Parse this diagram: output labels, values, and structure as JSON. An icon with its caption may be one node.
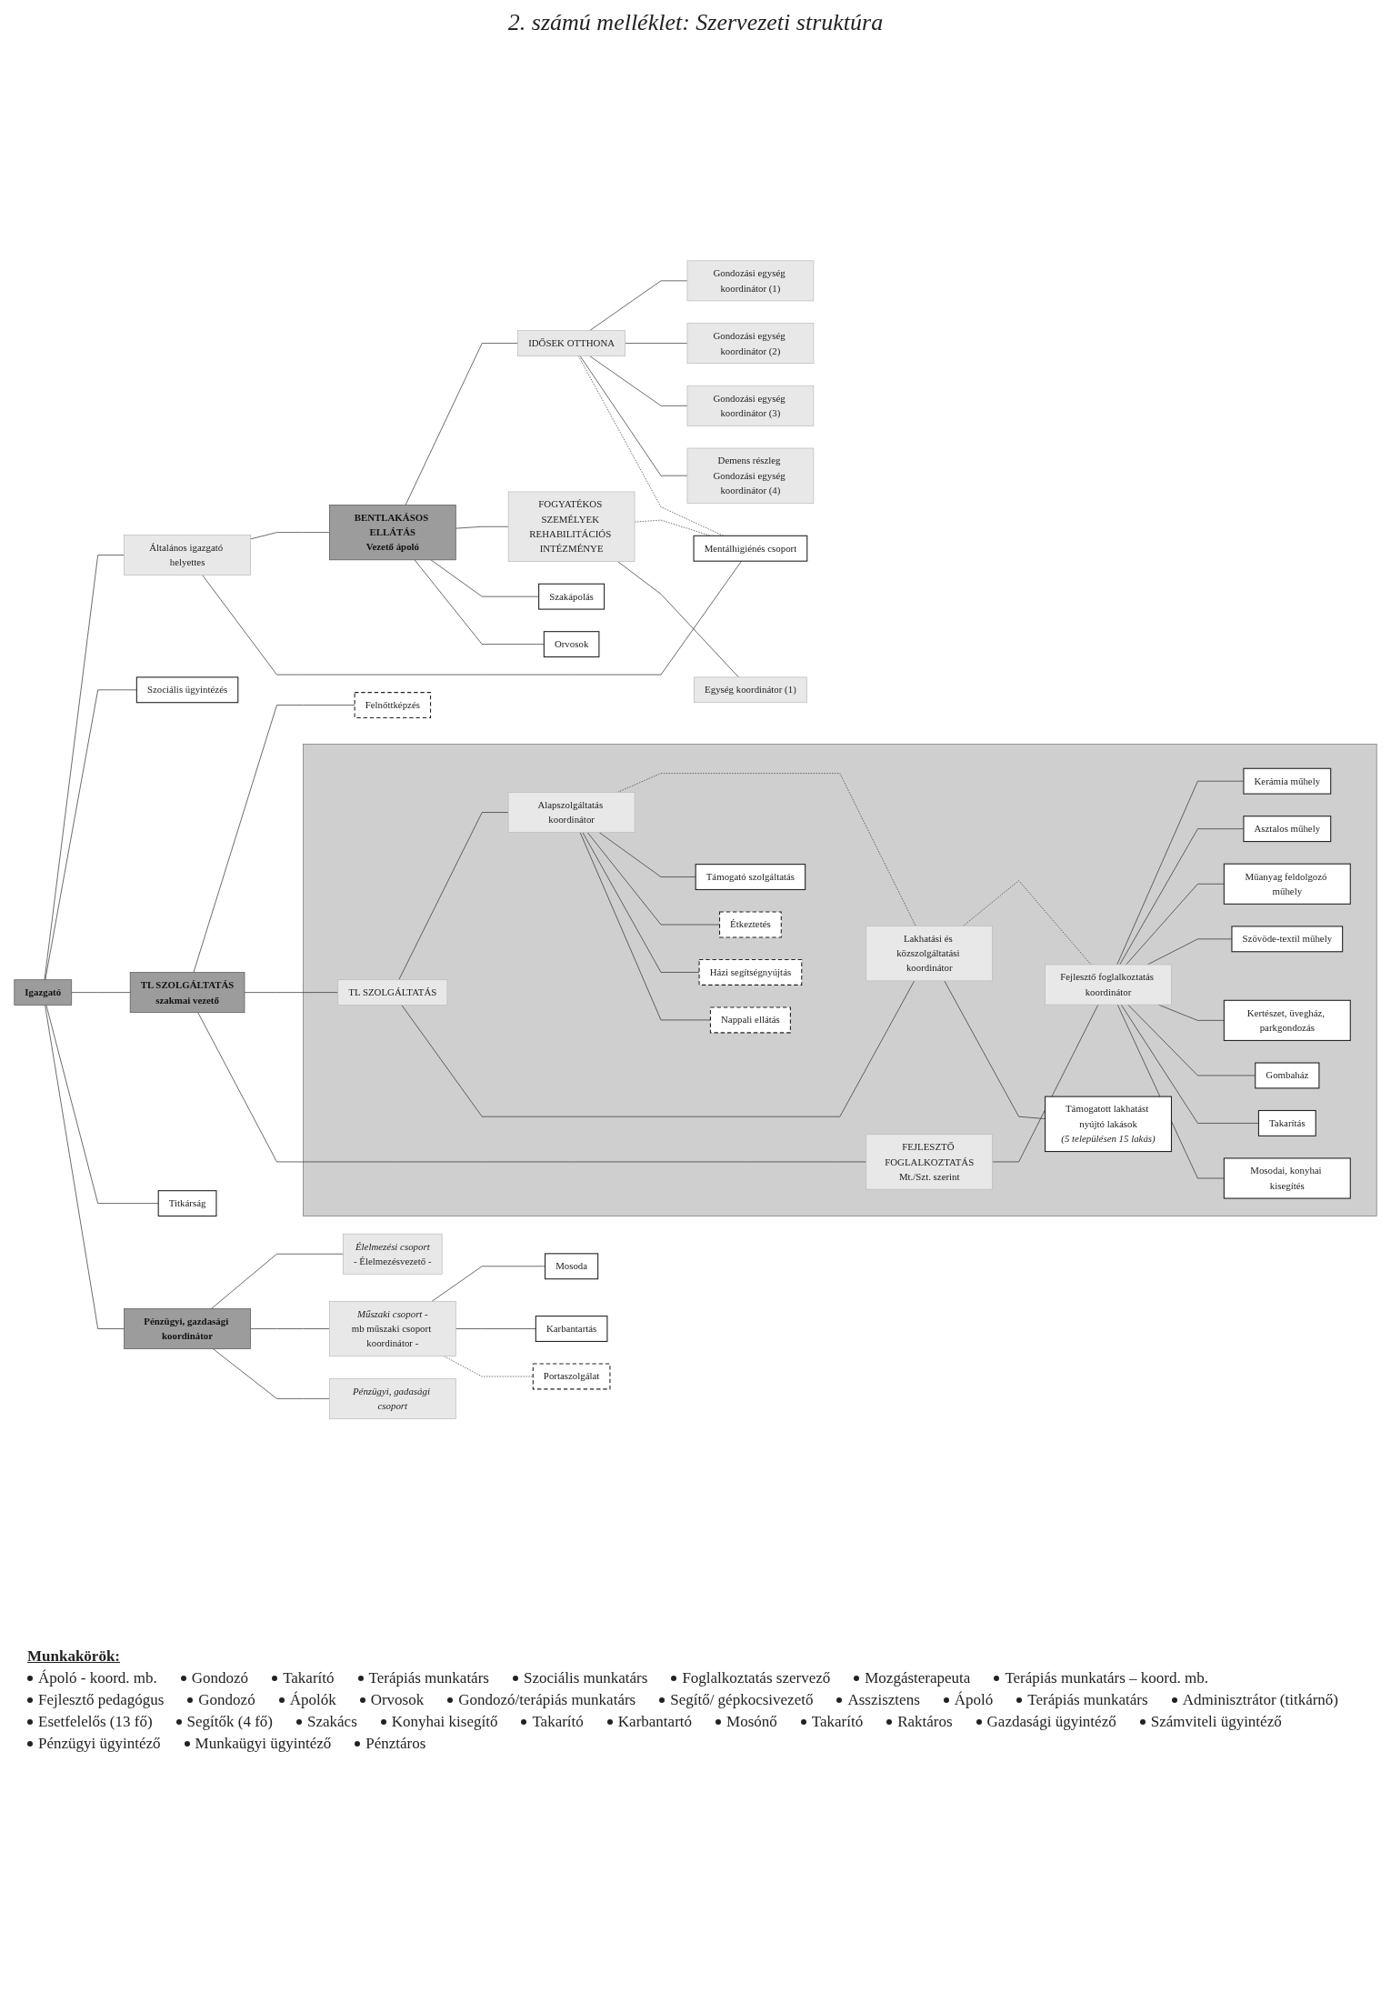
{
  "diagram": {
    "title": "2. számú melléklet: Szervezeti struktúra",
    "nodes": [
      {
        "text": [
          "Igazgató"
        ]
      },
      {
        "text": [
          "Általános igazgató helyettes"
        ]
      },
      {
        "text": [
          "Szociális ügyintézés"
        ]
      },
      {
        "text": [
          "TL SZOLGÁLTATÁS",
          "szakmai vezető"
        ]
      },
      {
        "text": [
          "Felnőttképzés"
        ]
      },
      {
        "text": [
          "Titkárság"
        ]
      },
      {
        "text": [
          "Pénzügyi, gazdasági koordinátor"
        ]
      },
      {
        "text": [
          "BENTLAKÁSOS ELLÁTÁS",
          "Vezető ápoló"
        ]
      },
      {
        "text": [
          "IDŐSEK OTTHONA"
        ]
      },
      {
        "text": [
          "FOGYATÉKOS SZEMÉLYEK REHABILITÁCIÓS INTÉZMÉNYE"
        ]
      },
      {
        "text": [
          "Gondozási egység koordinátor (1)"
        ]
      },
      {
        "text": [
          "Gondozási egység koordinátor (2)"
        ]
      },
      {
        "text": [
          "Gondozási egység koordinátor (3)"
        ]
      },
      {
        "text": [
          "Demens részleg Gondozási egység koordinátor (4)"
        ]
      },
      {
        "text": [
          "Egység koordinátor (1)"
        ]
      },
      {
        "text": [
          "Mentálhigiénés csoport"
        ]
      },
      {
        "text": [
          "Szakápolás"
        ]
      },
      {
        "text": [
          "Orvosok"
        ]
      },
      {
        "text": [],
        "shape": "box"
      },
      {
        "text": [
          "TL SZOLGÁLTATÁS"
        ],
        "in": 18
      },
      {
        "text": [
          "FEJLESZTŐ FOGLALKOZTATÁS",
          "Mt./Szt. szerint"
        ],
        "in": 18
      },
      {
        "text": [
          "Alapszolgáltatás koordinátor"
        ],
        "in": 18
      },
      {
        "text": [
          "Lakhatási és közszolgáltatási koordinátor"
        ],
        "in": 18
      },
      {
        "text": [
          "Fejlesztő foglalkoztatás koordinátor"
        ],
        "in": 18
      },
      {
        "text": [
          "Támogató szolgáltatás"
        ],
        "in": 18
      },
      {
        "text": [
          "Étkeztetés"
        ],
        "in": 18
      },
      {
        "text": [
          "Házi segítségnyújtás"
        ],
        "in": 18
      },
      {
        "text": [
          "Nappali ellátás"
        ],
        "in": 18
      },
      {
        "text": [
          "Támogatott lakhatást nyújtó lakások",
          "(5 településen 15 lakás)"
        ],
        "in": 18
      },
      {
        "text": [
          "Kerámia műhely"
        ],
        "in": 18
      },
      {
        "text": [
          "Asztalos műhely"
        ],
        "in": 18
      },
      {
        "text": [
          "Műanyag feldolgozó műhely"
        ],
        "in": 18
      },
      {
        "text": [
          "Szövöde-textil műhely"
        ],
        "in": 18
      },
      {
        "text": [
          "Kertészet, üvegház, parkgondozás"
        ],
        "in": 18
      },
      {
        "text": [
          "Gombaház"
        ],
        "in": 18
      },
      {
        "text": [
          "Takarítás"
        ],
        "in": 18
      },
      {
        "text": [
          "Mosodai, konyhai kisegítés"
        ],
        "in": 18
      },
      {
        "text": [
          "Élelmezési csoport",
          "- Élelmezésvezető -"
        ]
      },
      {
        "text": [
          "Műszaki csoport -",
          "mb műszaki csoport koordinátor -"
        ]
      },
      {
        "text": [
          "Pénzügyi, gadasági csoport"
        ]
      },
      {
        "text": [
          "Mosoda"
        ]
      },
      {
        "text": [
          "Karbantartás"
        ]
      },
      {
        "text": [
          "Portaszolgálat"
        ]
      }
    ],
    "edges": [
      {
        "from": 0,
        "to": 1,
        "arrow": "none"
      },
      {
        "from": 0,
        "to": 2,
        "arrow": "none"
      },
      {
        "from": 0,
        "to": 3,
        "arrow": "none"
      },
      {
        "from": 0,
        "to": 5,
        "arrow": "none"
      },
      {
        "from": 0,
        "to": 6,
        "arrow": "none"
      },
      {
        "from": 3,
        "to": 4,
        "arrow": "none"
      },
      {
        "from": 1,
        "to": 7,
        "arrow": "none"
      },
      {
        "from": 1,
        "to": 15,
        "arrow": "none"
      },
      {
        "from": 7,
        "to": 8,
        "arrow": "none"
      },
      {
        "from": 7,
        "to": 9,
        "arrow": "none"
      },
      {
        "from": 7,
        "to": 16,
        "arrow": "none"
      },
      {
        "from": 7,
        "to": 17,
        "arrow": "none"
      },
      {
        "from": 8,
        "to": 10,
        "arrow": "none"
      },
      {
        "from": 8,
        "to": 11,
        "arrow": "none"
      },
      {
        "from": 8,
        "to": 12,
        "arrow": "none"
      },
      {
        "from": 8,
        "to": 13,
        "arrow": "none"
      },
      {
        "from": 8,
        "to": 15,
        "arrow": "none",
        "style": "dashed"
      },
      {
        "from": 9,
        "to": 15,
        "arrow": "none",
        "style": "dashed"
      },
      {
        "from": 9,
        "to": 14,
        "arrow": "none"
      },
      {
        "from": 3,
        "to": 19,
        "arrow": "none"
      },
      {
        "from": 3,
        "to": 20,
        "arrow": "none"
      },
      {
        "from": 19,
        "to": 21,
        "arrow": "none"
      },
      {
        "from": 19,
        "to": 22,
        "arrow": "none"
      },
      {
        "from": 21,
        "to": 22,
        "arrow": "none",
        "style": "dashed"
      },
      {
        "from": 22,
        "to": 23,
        "arrow": "none",
        "style": "dashed"
      },
      {
        "from": 20,
        "to": 23,
        "arrow": "none"
      },
      {
        "from": 21,
        "to": 24,
        "arrow": "none"
      },
      {
        "from": 21,
        "to": 25,
        "arrow": "none"
      },
      {
        "from": 21,
        "to": 26,
        "arrow": "none"
      },
      {
        "from": 21,
        "to": 27,
        "arrow": "none"
      },
      {
        "from": 22,
        "to": 28,
        "arrow": "none"
      },
      {
        "from": 23,
        "to": 29,
        "arrow": "none"
      },
      {
        "from": 23,
        "to": 30,
        "arrow": "none"
      },
      {
        "from": 23,
        "to": 31,
        "arrow": "none"
      },
      {
        "from": 23,
        "to": 32,
        "arrow": "none"
      },
      {
        "from": 23,
        "to": 33,
        "arrow": "none"
      },
      {
        "from": 23,
        "to": 34,
        "arrow": "none"
      },
      {
        "from": 23,
        "to": 35,
        "arrow": "none"
      },
      {
        "from": 23,
        "to": 36,
        "arrow": "none"
      },
      {
        "from": 6,
        "to": 37,
        "arrow": "none"
      },
      {
        "from": 6,
        "to": 38,
        "arrow": "none"
      },
      {
        "from": 6,
        "to": 39,
        "arrow": "none"
      },
      {
        "from": 38,
        "to": 40,
        "arrow": "none"
      },
      {
        "from": 38,
        "to": 41,
        "arrow": "none"
      },
      {
        "from": 38,
        "to": 42,
        "arrow": "none",
        "style": "dashed"
      }
    ],
    "labels": [
      "Munkakörök:",
      "Ápoló - koord. mb.",
      "Gondozó",
      "Takarító",
      "Terápiás munkatárs",
      "Szociális munkatárs",
      "Foglalkoztatás szervező",
      "Mozgásterapeuta",
      "Terápiás munkatárs – koord. mb.",
      "Fejlesztő pedagógus",
      "Gondozó",
      "Ápolók",
      "Orvosok",
      "Gondozó/terápiás munkatárs",
      "Segítő/ gépkocsivezető",
      "Asszisztens",
      "Ápoló",
      "Terápiás munkatárs",
      "Adminisztrátor (titkárnő)",
      "Esetfelelős (13 fő)",
      "Segítők (4 fő)",
      "Szakács",
      "Konyhai kisegítő",
      "Takarító",
      "Karbantartó",
      "Mosónő",
      "Takarító",
      "Raktáros",
      "Gazdasági ügyintéző",
      "Számviteli ügyintéző",
      "Pénzügyi ügyintéző",
      "Munkaügyi ügyintéző",
      "Pénztáros"
    ]
  }
}
